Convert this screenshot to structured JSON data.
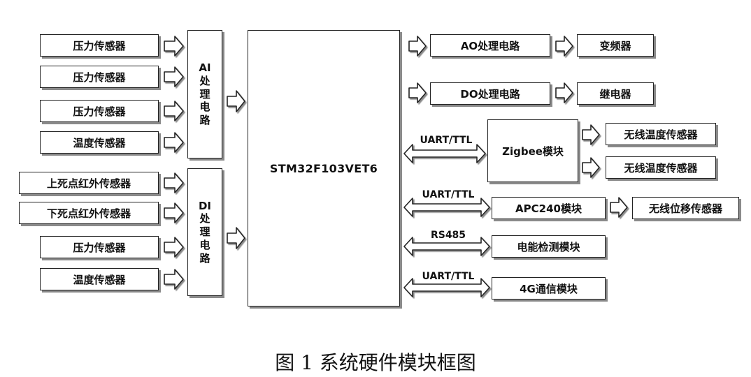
{
  "ai_sensors": [
    "压力传感器",
    "压力传感器",
    "压力传感器",
    "温度传感器"
  ],
  "di_sensors": [
    "上死点红外传感器",
    "下死点红外传感器",
    "压力传感器",
    "温度传感器"
  ],
  "ai_module": {
    "lines": [
      "AI",
      "处",
      "理",
      "电",
      "路"
    ]
  },
  "di_module": {
    "lines": [
      "DI",
      "处",
      "理",
      "电",
      "路"
    ]
  },
  "mcu": {
    "label": "STM32F103VET6"
  },
  "outputs": {
    "ao": "AO处理电路",
    "inverter": "变频器",
    "do": "DO处理电路",
    "relay": "继电器"
  },
  "zigbee": {
    "bus": "UART/TTL",
    "module": "Zigbee模块",
    "sensors": [
      "无线温度传感器",
      "无线温度传感器"
    ]
  },
  "apc": {
    "bus": "UART/TTL",
    "module": "APC240模块",
    "sensor": "无线位移传感器"
  },
  "energy": {
    "bus": "RS485",
    "module": "电能检测模块"
  },
  "fourg": {
    "bus": "UART/TTL",
    "module": "4G通信模块"
  },
  "caption": "图 1 系统硬件模块框图"
}
